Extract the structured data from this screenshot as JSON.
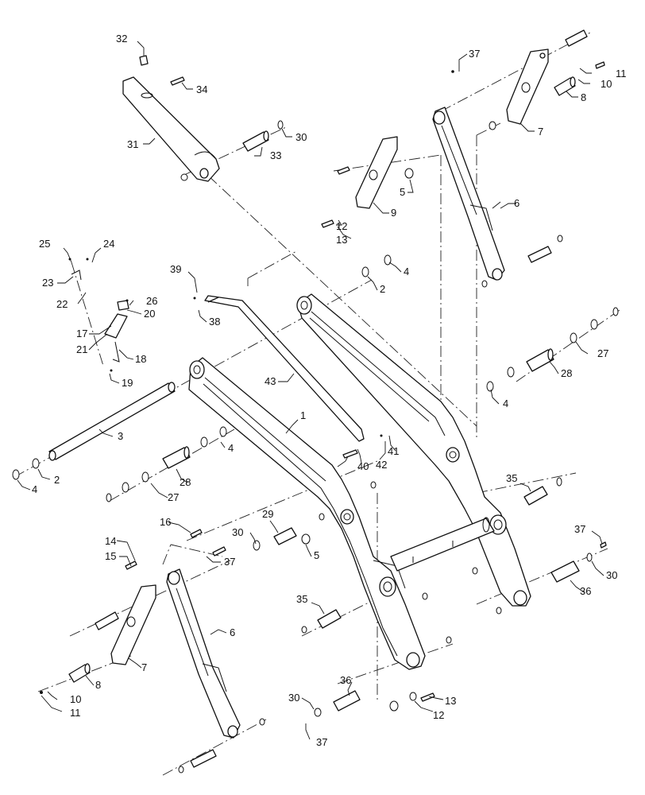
{
  "callouts": [
    {
      "id": "c1",
      "text": "1"
    },
    {
      "id": "c2a",
      "text": "2"
    },
    {
      "id": "c2b",
      "text": "2"
    },
    {
      "id": "c3",
      "text": "3"
    },
    {
      "id": "c4a",
      "text": "4"
    },
    {
      "id": "c4b",
      "text": "4"
    },
    {
      "id": "c4c",
      "text": "4"
    },
    {
      "id": "c4d",
      "text": "4"
    },
    {
      "id": "c5a",
      "text": "5"
    },
    {
      "id": "c5b",
      "text": "5"
    },
    {
      "id": "c6a",
      "text": "6"
    },
    {
      "id": "c6b",
      "text": "6"
    },
    {
      "id": "c7a",
      "text": "7"
    },
    {
      "id": "c7b",
      "text": "7"
    },
    {
      "id": "c8a",
      "text": "8"
    },
    {
      "id": "c8b",
      "text": "8"
    },
    {
      "id": "c9",
      "text": "9"
    },
    {
      "id": "c10a",
      "text": "10"
    },
    {
      "id": "c10b",
      "text": "10"
    },
    {
      "id": "c11a",
      "text": "11"
    },
    {
      "id": "c11b",
      "text": "11"
    },
    {
      "id": "c12a",
      "text": "12"
    },
    {
      "id": "c12b",
      "text": "12"
    },
    {
      "id": "c13a",
      "text": "13"
    },
    {
      "id": "c13b",
      "text": "13"
    },
    {
      "id": "c14",
      "text": "14"
    },
    {
      "id": "c15",
      "text": "15"
    },
    {
      "id": "c16",
      "text": "16"
    },
    {
      "id": "c17",
      "text": "17"
    },
    {
      "id": "c18",
      "text": "18"
    },
    {
      "id": "c19",
      "text": "19"
    },
    {
      "id": "c20",
      "text": "20"
    },
    {
      "id": "c21",
      "text": "21"
    },
    {
      "id": "c22",
      "text": "22"
    },
    {
      "id": "c23",
      "text": "23"
    },
    {
      "id": "c24",
      "text": "24"
    },
    {
      "id": "c25",
      "text": "25"
    },
    {
      "id": "c26",
      "text": "26"
    },
    {
      "id": "c27a",
      "text": "27"
    },
    {
      "id": "c27b",
      "text": "27"
    },
    {
      "id": "c28a",
      "text": "28"
    },
    {
      "id": "c28b",
      "text": "28"
    },
    {
      "id": "c29",
      "text": "29"
    },
    {
      "id": "c30a",
      "text": "30"
    },
    {
      "id": "c30b",
      "text": "30"
    },
    {
      "id": "c30c",
      "text": "30"
    },
    {
      "id": "c30d",
      "text": "30"
    },
    {
      "id": "c31",
      "text": "31"
    },
    {
      "id": "c32",
      "text": "32"
    },
    {
      "id": "c33",
      "text": "33"
    },
    {
      "id": "c34",
      "text": "34"
    },
    {
      "id": "c35a",
      "text": "35"
    },
    {
      "id": "c35b",
      "text": "35"
    },
    {
      "id": "c36a",
      "text": "36"
    },
    {
      "id": "c36b",
      "text": "36"
    },
    {
      "id": "c37a",
      "text": "37"
    },
    {
      "id": "c37b",
      "text": "37"
    },
    {
      "id": "c37c",
      "text": "37"
    },
    {
      "id": "c37d",
      "text": "37"
    },
    {
      "id": "c38",
      "text": "38"
    },
    {
      "id": "c39",
      "text": "39"
    },
    {
      "id": "c40",
      "text": "40"
    },
    {
      "id": "c41",
      "text": "41"
    },
    {
      "id": "c42",
      "text": "42"
    },
    {
      "id": "c43",
      "text": "43"
    }
  ]
}
